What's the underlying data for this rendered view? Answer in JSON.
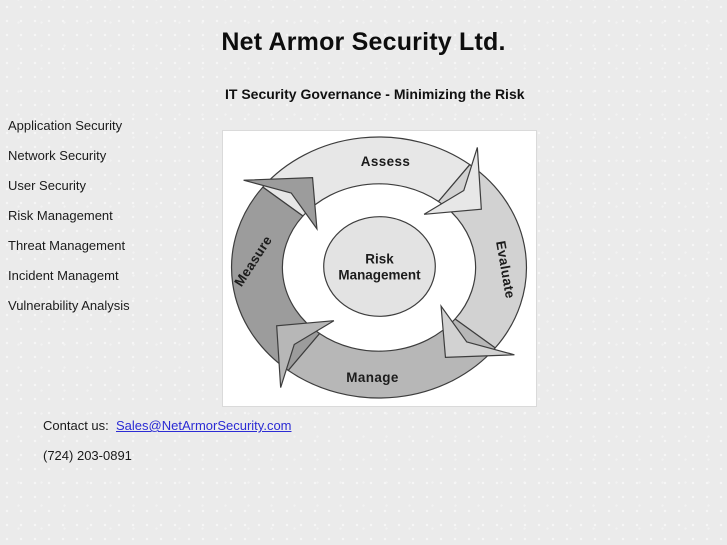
{
  "page": {
    "title": "Net Armor Security Ltd.",
    "subtitle": "IT Security Governance - Minimizing the Risk"
  },
  "nav": {
    "items": [
      {
        "label": "Application Security"
      },
      {
        "label": "Network Security"
      },
      {
        "label": "User Security"
      },
      {
        "label": "Risk Management"
      },
      {
        "label": "Threat Management"
      },
      {
        "label": "Incident Managemt"
      },
      {
        "label": "Vulnerability Analysis"
      }
    ]
  },
  "diagram": {
    "description": "risk-management-cycle-diagram",
    "center_line1": "Risk",
    "center_line2": "Management",
    "center_fill": "#e3e3e3",
    "outline_color": "#3d3d3d",
    "arrows": [
      {
        "label": "Assess",
        "color": "#e7e7e7"
      },
      {
        "label": "Evaluate",
        "color": "#d2d2d2"
      },
      {
        "label": "Manage",
        "color": "#b7b7b7"
      },
      {
        "label": "Measure",
        "color": "#9c9c9c"
      }
    ]
  },
  "contact": {
    "label": "Contact us:",
    "email": "Sales@NetArmorSecurity.com",
    "phone": "(724) 203-0891",
    "link_color": "#2b2bd4"
  }
}
